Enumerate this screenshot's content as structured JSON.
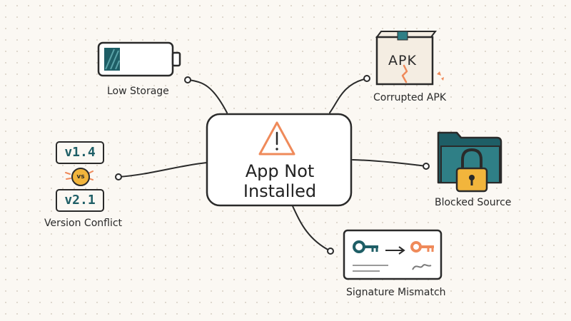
{
  "center": {
    "title": "App Not Installed"
  },
  "nodes": {
    "low_storage": {
      "label": "Low Storage"
    },
    "corrupted_apk": {
      "label": "Corrupted APK",
      "box_text": "APK"
    },
    "blocked_source": {
      "label": "Blocked Source"
    },
    "signature_mismatch": {
      "label": "Signature Mismatch"
    },
    "version_conflict": {
      "label": "Version Conflict",
      "version_a": "v1.4",
      "version_b": "v2.1",
      "vs": "vs"
    }
  },
  "colors": {
    "ink": "#2a2a2a",
    "teal": "#1e5e66",
    "orange": "#ef8a5a",
    "yellow": "#f2b53c",
    "cardboard": "#f4ede2",
    "background": "#fbf8f3"
  },
  "icons": [
    "battery-icon",
    "package-icon",
    "warning-icon",
    "folder-icon",
    "padlock-icon",
    "key-icon",
    "arrow-icon"
  ]
}
